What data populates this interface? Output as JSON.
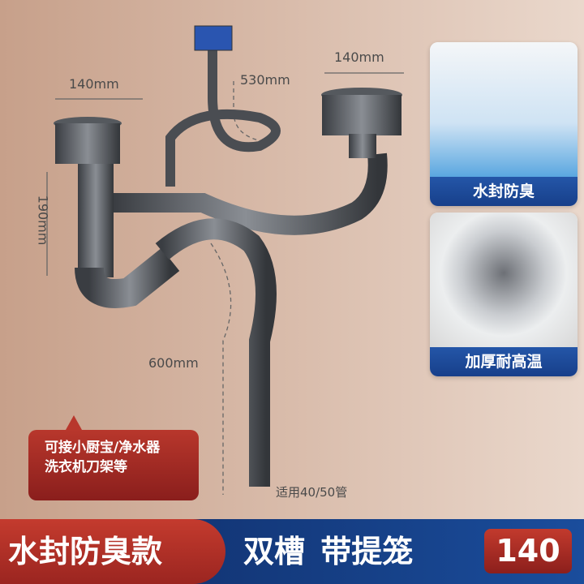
{
  "dimensions": {
    "left_sink_width": "140mm",
    "overflow_hose": "530mm",
    "right_sink_width": "140mm",
    "trap_height": "190mm",
    "drain_hose": "600mm",
    "pipe_fit": "适用40/50管"
  },
  "callout": {
    "line1": "可接小厨宝/净水器",
    "line2": "洗衣机刀架等"
  },
  "cards": [
    {
      "label": "水封防臭"
    },
    {
      "label": "加厚耐高温"
    }
  ],
  "banner": {
    "feature": "水封防臭款",
    "model": "双槽 带提笼",
    "size": "140"
  },
  "colors": {
    "banner_blue": "#173b80",
    "banner_red": "#b8332a",
    "background": "#d9bcab"
  }
}
